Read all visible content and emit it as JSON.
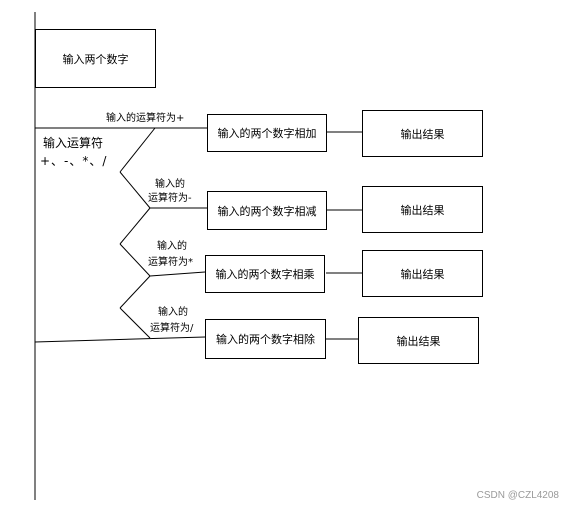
{
  "start_box": "输入两个数字",
  "operator_prompt": {
    "line1": "输入运算符",
    "line2": "+、-、*、/"
  },
  "branches": [
    {
      "condition": "输入的运算符为+",
      "action": "输入的两个数字相加",
      "output": "输出结果"
    },
    {
      "condition_line1": "输入的",
      "condition_line2": "运算符为-",
      "action": "输入的两个数字相减",
      "output": "输出结果"
    },
    {
      "condition_line1": "输入的",
      "condition_line2": "运算符为*",
      "action": "输入的两个数字相乘",
      "output": "输出结果"
    },
    {
      "condition_line1": "输入的",
      "condition_line2": "运算符为/",
      "action": "输入的两个数字相除",
      "output": "输出结果"
    }
  ],
  "watermark": "CSDN @CZL4208"
}
